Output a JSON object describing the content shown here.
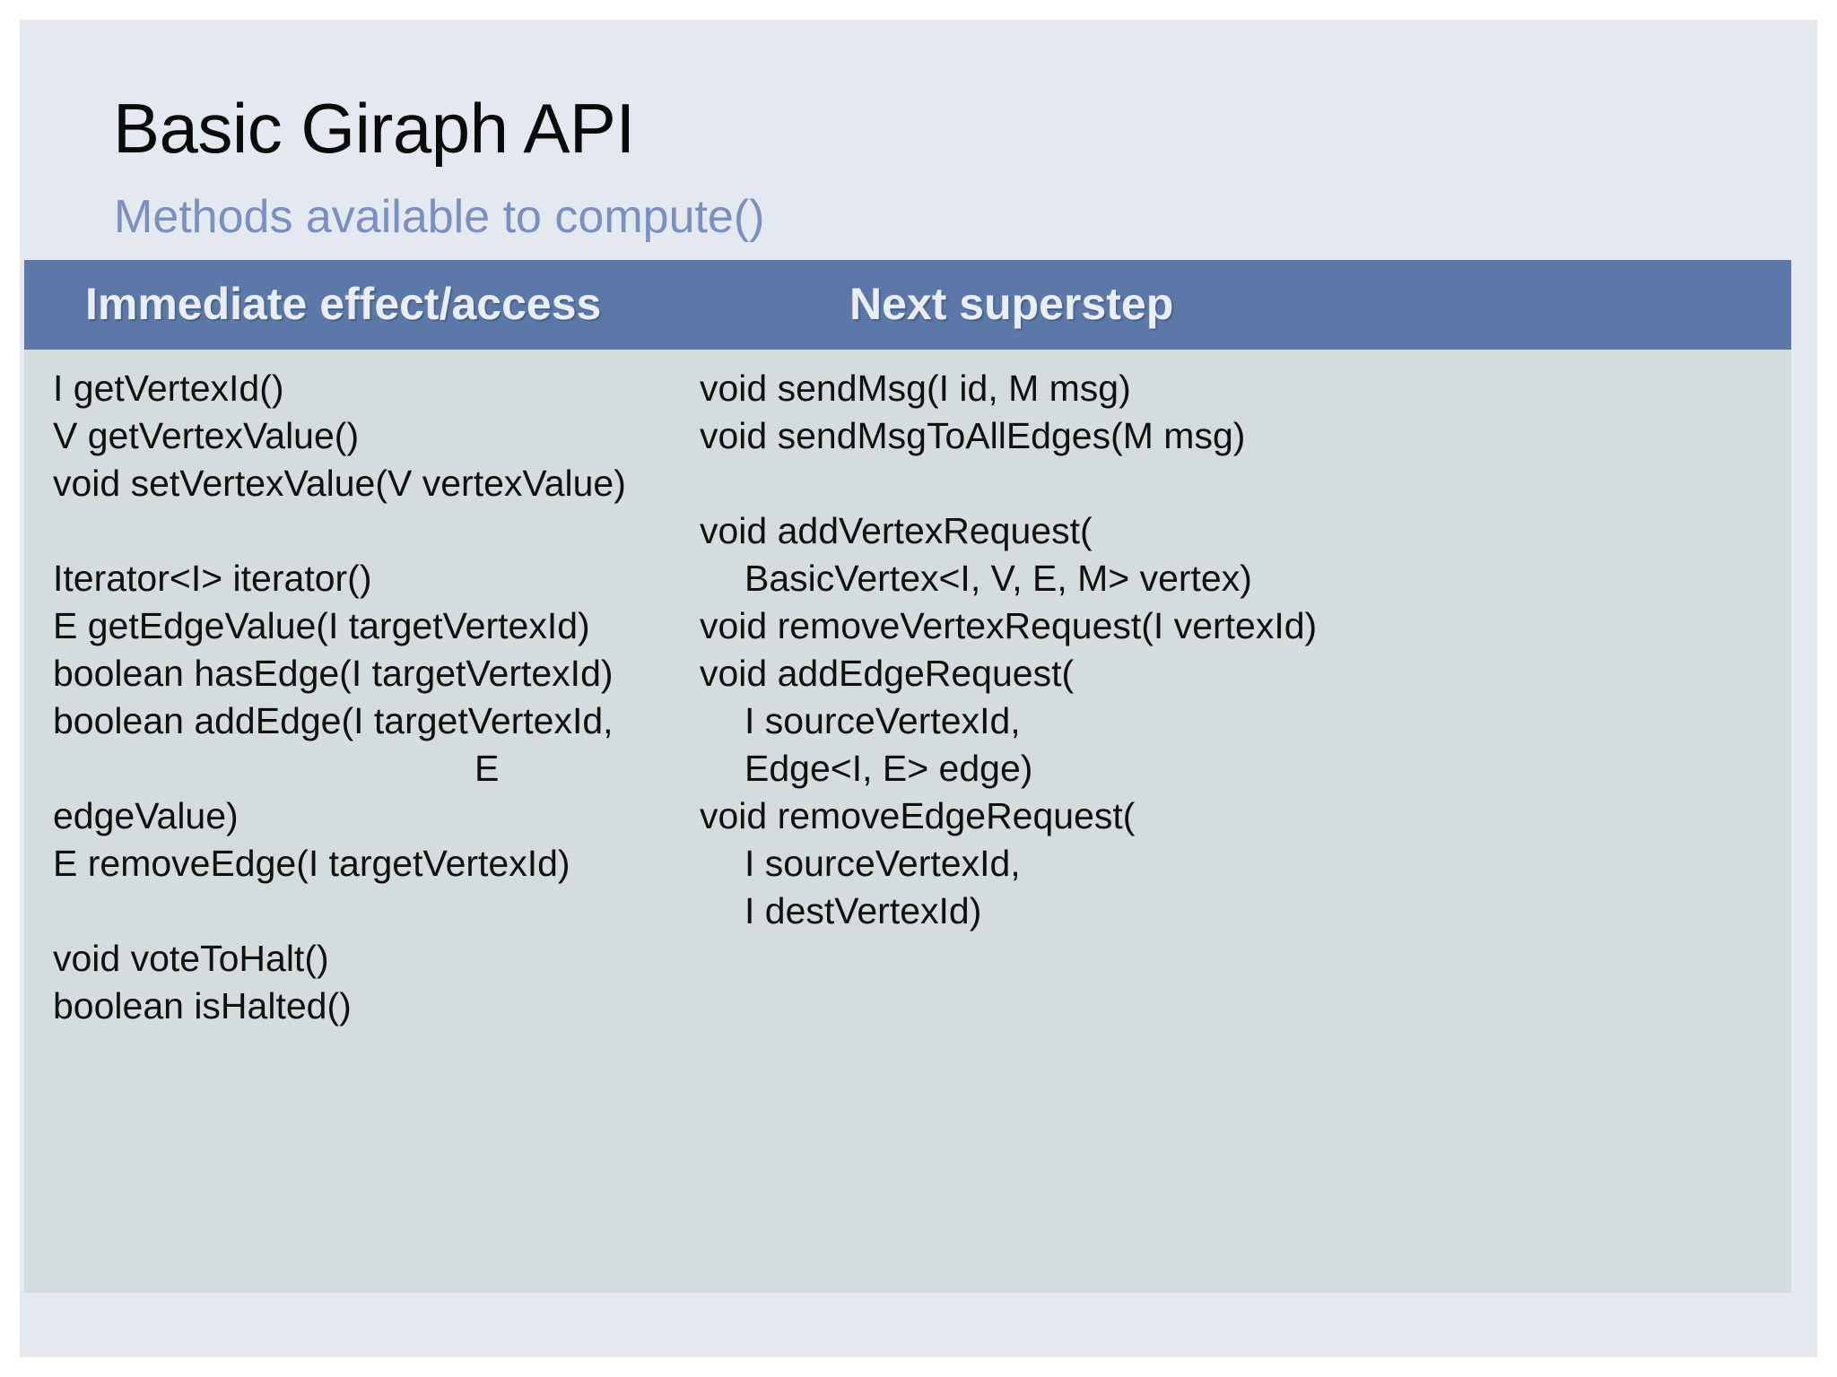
{
  "slide": {
    "title": "Basic Giraph API",
    "subtitle": "Methods available to compute()"
  },
  "table": {
    "headers": {
      "left": "Immediate effect/access",
      "right": "Next superstep"
    },
    "left_column": [
      {
        "text": "I getVertexId()",
        "indent": "none"
      },
      {
        "text": "V getVertexValue()",
        "indent": "none"
      },
      {
        "text": "void setVertexValue(V vertexValue)",
        "indent": "none"
      },
      {
        "text": "",
        "indent": "none"
      },
      {
        "text": "Iterator<I> iterator()",
        "indent": "none"
      },
      {
        "text": "E getEdgeValue(I targetVertexId)",
        "indent": "none"
      },
      {
        "text": "boolean hasEdge(I targetVertexId)",
        "indent": "none"
      },
      {
        "text": "boolean addEdge(I targetVertexId,",
        "indent": "none"
      },
      {
        "text": "E",
        "indent": "e"
      },
      {
        "text": "edgeValue)",
        "indent": "none"
      },
      {
        "text": "E removeEdge(I targetVertexId)",
        "indent": "none"
      },
      {
        "text": "",
        "indent": "none"
      },
      {
        "text": "void voteToHalt()",
        "indent": "none"
      },
      {
        "text": "boolean isHalted()",
        "indent": "none"
      }
    ],
    "right_column": [
      {
        "text": "void sendMsg(I id, M msg)",
        "indent": "none"
      },
      {
        "text": "void sendMsgToAllEdges(M msg)",
        "indent": "none"
      },
      {
        "text": "",
        "indent": "none"
      },
      {
        "text": "void addVertexRequest(",
        "indent": "none"
      },
      {
        "text": "BasicVertex<I, V, E, M> vertex)",
        "indent": "one"
      },
      {
        "text": "void removeVertexRequest(I vertexId)",
        "indent": "none"
      },
      {
        "text": "void addEdgeRequest(",
        "indent": "none"
      },
      {
        "text": "I sourceVertexId,",
        "indent": "one"
      },
      {
        "text": "Edge<I, E> edge)",
        "indent": "one"
      },
      {
        "text": "void removeEdgeRequest(",
        "indent": "none"
      },
      {
        "text": "I sourceVertexId,",
        "indent": "one"
      },
      {
        "text": "I destVertexId)",
        "indent": "one"
      }
    ]
  },
  "colors": {
    "slide_background": "#e4e8f1",
    "table_header": "#5b78a8",
    "table_body": "#d4dcdd",
    "title_text": "#0a0a0a",
    "subtitle_text": "#7b8fc0",
    "header_text": "#e9edf6",
    "body_text": "#101010"
  }
}
